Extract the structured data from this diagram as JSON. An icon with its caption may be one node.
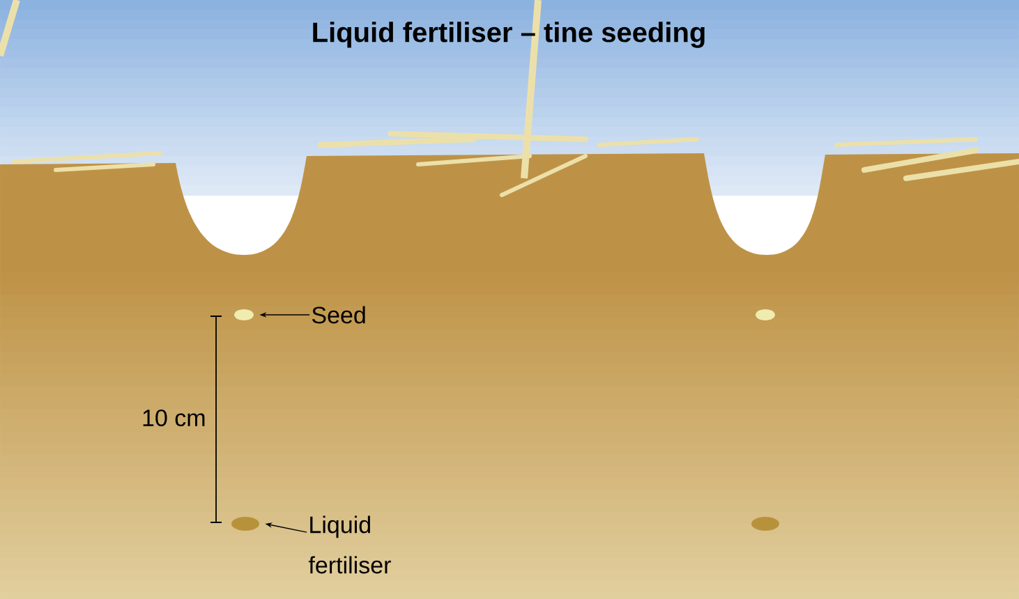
{
  "diagram": {
    "title": "Liquid fertiliser – tine seeding",
    "nodes": [
      {
        "text": [],
        "shape": "circle"
      },
      {
        "text": [
          "Seed"
        ]
      },
      {
        "text": [],
        "shape": "circle"
      },
      {
        "text": [],
        "shape": "circle"
      },
      {
        "text": [
          "Liquid fertiliser"
        ]
      },
      {
        "text": [],
        "shape": "circle"
      }
    ],
    "edges": [
      {
        "from": 1,
        "to": 0,
        "arrow": "to"
      },
      {
        "from": 4,
        "to": 3,
        "arrow": "to"
      }
    ],
    "labels": [
      "10 cm"
    ]
  }
}
